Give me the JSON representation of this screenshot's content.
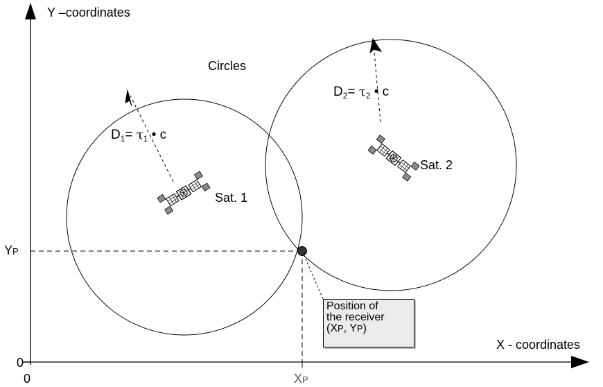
{
  "axes": {
    "y_title": "Y –coordinates",
    "x_title": "X - coordinates",
    "origin_x": "0",
    "origin_y": "0",
    "xp": "X",
    "xp_sub": "P",
    "yp": "Y",
    "yp_sub": "P"
  },
  "circles_label": "Circles",
  "sat1": {
    "label": "Sat. 1",
    "d": "D",
    "d_sub": "1",
    "eq": "=",
    "tau": "τ",
    "tau_sub": "1",
    "times_c": "• c"
  },
  "sat2": {
    "label": "Sat. 2",
    "d": "D",
    "d_sub": "2",
    "eq": "=",
    "tau": "τ",
    "tau_sub": "2",
    "times_c": "• c"
  },
  "receiver": {
    "line1": "Position of",
    "line2": "the receiver",
    "open": "(X",
    "sub1": "P",
    "mid": ", Y",
    "sub2": "P",
    "close": ")"
  },
  "colors": {
    "line": "#000000",
    "receiver_dot": "#333333",
    "callout_bg": "#ececec",
    "satellite_panel": "#8c8c8c"
  }
}
